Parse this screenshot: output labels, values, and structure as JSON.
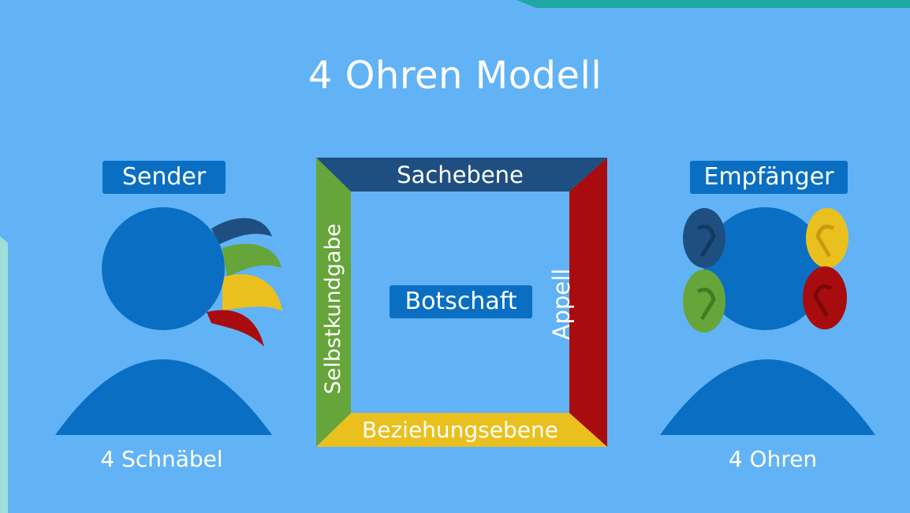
{
  "title": "4 Ohren Modell",
  "sender": {
    "label": "Sender",
    "caption": "4 Schnäbel"
  },
  "receiver": {
    "label": "Empfänger",
    "caption": "4 Ohren"
  },
  "square": {
    "top": "Sachebene",
    "right": "Appell",
    "bottom": "Beziehungsebene",
    "left": "Selbstkundgabe",
    "center": "Botschaft"
  },
  "colors": {
    "background": "#62b3f5",
    "figure": "#0a6fc2",
    "sachebene": "#1e4f80",
    "appell": "#a90c0e",
    "beziehungsebene": "#eac01e",
    "selbstkundgabe": "#66a53a",
    "teal_corner": "#1fa7a3",
    "mint_corner": "#9ee0d8"
  }
}
